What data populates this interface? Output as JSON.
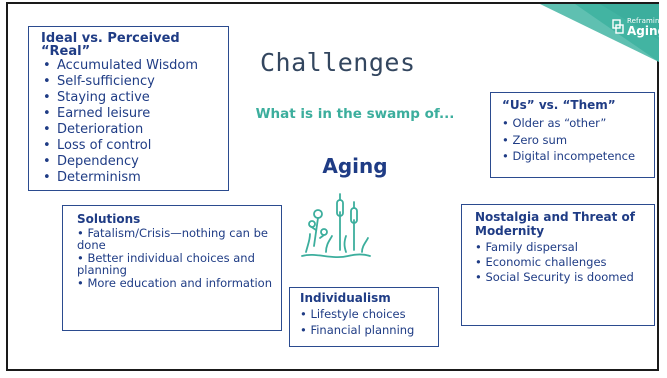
{
  "logo": {
    "small": "Reframing",
    "big": "Aging"
  },
  "title": "Challenges",
  "swamp_question": "What is in the swamp of...",
  "aging_label": "Aging",
  "ideal_box": {
    "heading": "Ideal vs. Perceived “Real”",
    "items": [
      "Accumulated Wisdom",
      "Self-sufficiency",
      "Staying active",
      "Earned leisure",
      "Deterioration",
      "Loss of control",
      "Dependency",
      "Determinism"
    ]
  },
  "solutions_box": {
    "heading": "Solutions",
    "items": [
      "• Fatalism/Crisis—nothing can be done",
      "• Better individual choices and planning",
      "• More education and information"
    ]
  },
  "us_box": {
    "heading": "“Us” vs. “Them”",
    "items": [
      "• Older as “other”",
      "• Zero sum",
      "• Digital incompetence"
    ]
  },
  "nostalgia_box": {
    "heading": "Nostalgia and Threat of Modernity",
    "items": [
      "• Family dispersal",
      "• Economic challenges",
      "• Social Security is doomed"
    ]
  },
  "individualism_box": {
    "heading": "Individualism",
    "items": [
      "• Lifestyle choices",
      "• Financial planning"
    ]
  },
  "colors": {
    "accent_teal": "#3cae9d",
    "heading_blue": "#1f3c85",
    "title_gray": "#33465f"
  }
}
